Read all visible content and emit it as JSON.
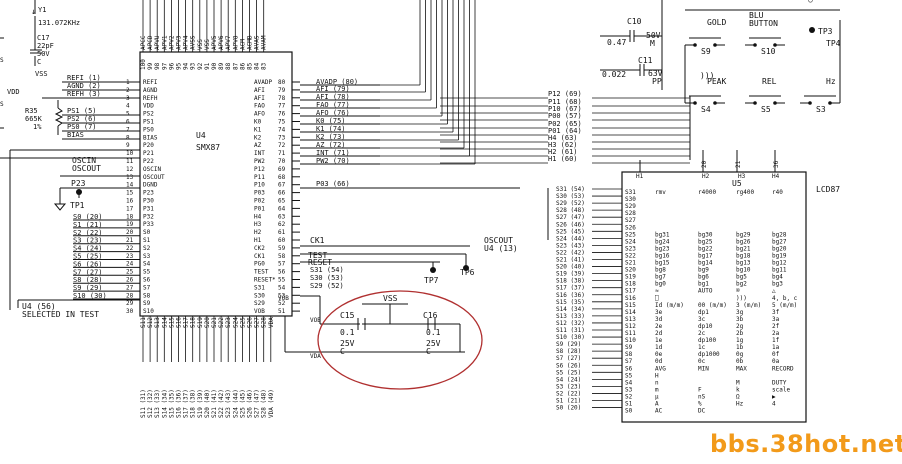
{
  "crystal": {
    "ref": "Y1",
    "freq": "131.072KHz"
  },
  "cap_c17": {
    "ref": "C17",
    "value": "22pF",
    "voltage": "50V",
    "type": "C"
  },
  "res_r35": {
    "ref": "R35",
    "value": "665K",
    "tol": "1%"
  },
  "supply_labels": {
    "vss": "VSS",
    "vdd": "VDD"
  },
  "left_net_labels": [
    "REFI (1)",
    "AGND (2)",
    "REFH (3)",
    "PS1 (5)",
    "PS2 (6)",
    "PS0 (7)",
    "BIAS"
  ],
  "left_net_s": [
    "S0 (20)",
    "S1 (21)",
    "S2 (22)",
    "S3 (23)",
    "S4 (24)",
    "S5 (25)",
    "S6 (26)",
    "S7 (27)",
    "S8 (28)",
    "S9 (29)",
    "S10 (30)"
  ],
  "left_misc": {
    "oscin": "OSCIN",
    "oscout": "OSCOUT",
    "p23": "P23",
    "tp1": "TP1",
    "note_line1": "U4 (56)",
    "note_line2": "SELECTED IN TEST"
  },
  "u4": {
    "ref": "U4",
    "part": "SMX87",
    "left_pins": [
      {
        "num": "1",
        "name": "REFI"
      },
      {
        "num": "2",
        "name": "AGND"
      },
      {
        "num": "3",
        "name": "REFH"
      },
      {
        "num": "4",
        "name": "VDD"
      },
      {
        "num": "5",
        "name": "PS2"
      },
      {
        "num": "6",
        "name": "PS1"
      },
      {
        "num": "7",
        "name": "PS0"
      },
      {
        "num": "8",
        "name": "BIAS"
      },
      {
        "num": "9",
        "name": "P20"
      },
      {
        "num": "10",
        "name": "P21"
      },
      {
        "num": "11",
        "name": "P22"
      },
      {
        "num": "12",
        "name": "OSCIN"
      },
      {
        "num": "13",
        "name": "OSCOUT"
      },
      {
        "num": "14",
        "name": "DGND"
      },
      {
        "num": "15",
        "name": "P23"
      },
      {
        "num": "16",
        "name": "P30"
      },
      {
        "num": "17",
        "name": "P31"
      },
      {
        "num": "18",
        "name": "P32"
      },
      {
        "num": "19",
        "name": "P33"
      },
      {
        "num": "20",
        "name": "S0"
      },
      {
        "num": "21",
        "name": "S1"
      },
      {
        "num": "22",
        "name": "S2"
      },
      {
        "num": "23",
        "name": "S3"
      },
      {
        "num": "24",
        "name": "S4"
      },
      {
        "num": "25",
        "name": "S5"
      },
      {
        "num": "26",
        "name": "S6"
      },
      {
        "num": "27",
        "name": "S7"
      },
      {
        "num": "28",
        "name": "S8"
      },
      {
        "num": "29",
        "name": "S9"
      },
      {
        "num": "30",
        "name": "S10"
      }
    ],
    "right_pins": [
      {
        "num": "80",
        "name": "AVADP"
      },
      {
        "num": "79",
        "name": "AFI"
      },
      {
        "num": "78",
        "name": "AFI"
      },
      {
        "num": "77",
        "name": "FAO"
      },
      {
        "num": "76",
        "name": "AFO"
      },
      {
        "num": "75",
        "name": "K0"
      },
      {
        "num": "74",
        "name": "K1"
      },
      {
        "num": "73",
        "name": "K2"
      },
      {
        "num": "72",
        "name": "AZ"
      },
      {
        "num": "71",
        "name": "INT"
      },
      {
        "num": "70",
        "name": "PW2"
      },
      {
        "num": "69",
        "name": "P12"
      },
      {
        "num": "68",
        "name": "P11"
      },
      {
        "num": "67",
        "name": "P10"
      },
      {
        "num": "66",
        "name": "P03"
      },
      {
        "num": "65",
        "name": "P02"
      },
      {
        "num": "64",
        "name": "P01"
      },
      {
        "num": "63",
        "name": "H4"
      },
      {
        "num": "62",
        "name": "H3"
      },
      {
        "num": "61",
        "name": "H2"
      },
      {
        "num": "60",
        "name": "H1"
      },
      {
        "num": "59",
        "name": "CK2"
      },
      {
        "num": "58",
        "name": "CK1"
      },
      {
        "num": "57",
        "name": "PG0"
      },
      {
        "num": "56",
        "name": "TEST"
      },
      {
        "num": "55",
        "name": "RESET*"
      },
      {
        "num": "54",
        "name": "S31"
      },
      {
        "num": "53",
        "name": "S30"
      },
      {
        "num": "52",
        "name": "S29"
      },
      {
        "num": "51",
        "name": "VOB"
      }
    ],
    "top_pins": [
      "APCC",
      "APCD",
      "APVU",
      "APV1",
      "APV2",
      "APV3",
      "APV4",
      "AVSS",
      "VSS",
      "VSS",
      "APV5",
      "APV6",
      "APV7",
      "APV8",
      "ACM",
      "ACMB",
      "AVAS",
      "AVAM"
    ],
    "bottom_pins": [
      "S11",
      "S12",
      "S13",
      "S14",
      "S15",
      "S16",
      "S17",
      "S18",
      "S19",
      "S20",
      "S21",
      "S22",
      "S23",
      "S24",
      "S25",
      "S26",
      "S27",
      "S28",
      "VDA"
    ]
  },
  "u4_right_nets": [
    "AVADP (80)",
    "AFI (79)",
    "AFI (78)",
    "FAO (77)",
    "AFO (76)",
    "K0 (75)",
    "K1 (74)",
    "K2 (73)",
    "AZ (72)",
    "INT (71)",
    "PW2 (70)",
    "P03 (66)"
  ],
  "u4_bottom_nets": [
    "S11 (31)",
    "S12 (32)",
    "S13 (33)",
    "S14 (34)",
    "S15 (35)",
    "S16 (36)",
    "S17 (37)",
    "S18 (38)",
    "S19 (39)",
    "S20 (40)",
    "S21 (41)",
    "S22 (42)",
    "S23 (43)",
    "S24 (44)",
    "S25 (45)",
    "S26 (46)",
    "S27 (47)",
    "S28 (48)",
    "VDA (49)"
  ],
  "mid_labels": {
    "ck1": "CK1",
    "oscout": "OSCOUT",
    "oscout_ref": "U4 (13)",
    "test": "TEST",
    "reset": "RESET",
    "s31": "S31 (54)",
    "s30": "S30 (53)",
    "s29": "S29 (52)",
    "tp7": "TP7",
    "tp6": "TP6",
    "vob": "VOB",
    "vda": "VDA"
  },
  "caps_highlight": {
    "vss": "VSS",
    "c15": {
      "ref": "C15",
      "value": "0.1",
      "voltage": "25V",
      "type": "C"
    },
    "c16": {
      "ref": "C16",
      "value": "0.1",
      "voltage": "25V",
      "type": "C"
    }
  },
  "cap_c10": {
    "ref": "C10",
    "value": "0.47",
    "voltage": "50V",
    "type": "M"
  },
  "cap_c11": {
    "ref": "C11",
    "value": "0.022",
    "voltage": "63V",
    "type": "PP"
  },
  "switches": [
    {
      "label": "GOLD",
      "ref": "S9"
    },
    {
      "label": "BLU BUTTON",
      "ref": "S10"
    },
    {
      "label": "PEAK",
      "ref": "S4"
    },
    {
      "label": "REL",
      "ref": "S5"
    },
    {
      "label": "Hz",
      "ref": "S3"
    }
  ],
  "tp_top": [
    "TP3",
    "TP4"
  ],
  "port_nets": [
    "P12 (69)",
    "P11 (68)",
    "P10 (67)",
    "P00 (57)",
    "P02 (65)",
    "P01 (64)",
    "H4 (63)",
    "H3 (62)",
    "H2 (61)",
    "H1 (60)"
  ],
  "lcd_nets": [
    "S31 (54)",
    "S30 (53)",
    "S29 (52)",
    "S28 (48)",
    "S27 (47)",
    "S26 (46)",
    "S25 (45)",
    "S24 (44)",
    "S23 (43)",
    "S22 (42)",
    "S21 (41)",
    "S20 (40)",
    "S19 (39)",
    "S18 (38)",
    "S17 (37)",
    "S16 (36)",
    "S15 (35)",
    "S14 (34)",
    "S13 (33)",
    "S12 (32)",
    "S11 (31)",
    "S10 (30)",
    "S9 (29)",
    "S8 (28)",
    "S7 (27)",
    "S6 (26)",
    "S5 (25)",
    "S4 (24)",
    "S3 (23)",
    "S2 (22)",
    "S1 (21)",
    "S0 (20)"
  ],
  "lcd": {
    "ref": "U5",
    "part": "LCD87",
    "top_pin_nums": [
      "20",
      "21",
      "36"
    ],
    "h_labels": [
      "H1",
      "H2",
      "H3",
      "H4"
    ],
    "seg_pins": [
      "S31",
      "S30",
      "S29",
      "S28",
      "S27",
      "S26",
      "S25",
      "S24",
      "S23",
      "S22",
      "S21",
      "S20",
      "S19",
      "S18",
      "S17",
      "S16",
      "S15",
      "S14",
      "S13",
      "S12",
      "S11",
      "S10",
      "S9",
      "S8",
      "S7",
      "S6",
      "S5",
      "S4",
      "S3",
      "S2",
      "S1",
      "S0"
    ],
    "seg_table": [
      [
        "rmv",
        "r4000",
        "rg400",
        "r40"
      ],
      [
        "",
        "",
        "",
        ""
      ],
      [
        "",
        "",
        "",
        ""
      ],
      [
        "",
        "",
        "",
        ""
      ],
      [
        "",
        "",
        "",
        ""
      ],
      [
        "",
        "",
        "",
        ""
      ],
      [
        "bg31",
        "bg30",
        "bg29",
        "bg28"
      ],
      [
        "bg24",
        "bg25",
        "bg26",
        "bg27"
      ],
      [
        "bg23",
        "bg22",
        "bg21",
        "bg20"
      ],
      [
        "bg16",
        "bg17",
        "bg18",
        "bg19"
      ],
      [
        "bg15",
        "bg14",
        "bg13",
        "bg12"
      ],
      [
        "bg8",
        "bg9",
        "bg10",
        "bg11"
      ],
      [
        "bg7",
        "bg6",
        "bg5",
        "bg4"
      ],
      [
        "bg0",
        "bg1",
        "bg2",
        "bg3"
      ],
      [
        "≈",
        "AUTO",
        "®",
        "△"
      ],
      [
        "⎕",
        "",
        ")))",
        "4, b, c"
      ],
      [
        "Id (m/m)",
        "00 (m/m)",
        "3 (m/m)",
        "5 (m/m)"
      ],
      [
        "3e",
        "dp1",
        "3g",
        "3f"
      ],
      [
        "3d",
        "3c",
        "3b",
        "3a"
      ],
      [
        "2e",
        "dp10",
        "2g",
        "2f"
      ],
      [
        "2d",
        "2c",
        "2b",
        "2a"
      ],
      [
        "1e",
        "dp100",
        "1g",
        "1f"
      ],
      [
        "1d",
        "1c",
        "1b",
        "1a"
      ],
      [
        "0e",
        "dp1000",
        "0g",
        "0f"
      ],
      [
        "0d",
        "0c",
        "0b",
        "0a"
      ],
      [
        "AVG",
        "MIN",
        "MAX",
        "RECORD"
      ],
      [
        "H",
        "",
        "",
        ""
      ],
      [
        "n",
        "",
        "M",
        "DUTY"
      ],
      [
        "m",
        "F",
        "k",
        "scale"
      ],
      [
        "µ",
        "nS",
        "Ω",
        "▶"
      ],
      [
        "A",
        "%",
        "Hz",
        "4"
      ],
      [
        "AC",
        "DC",
        "",
        ""
      ]
    ]
  },
  "watermark": "bbs.38hot.net"
}
